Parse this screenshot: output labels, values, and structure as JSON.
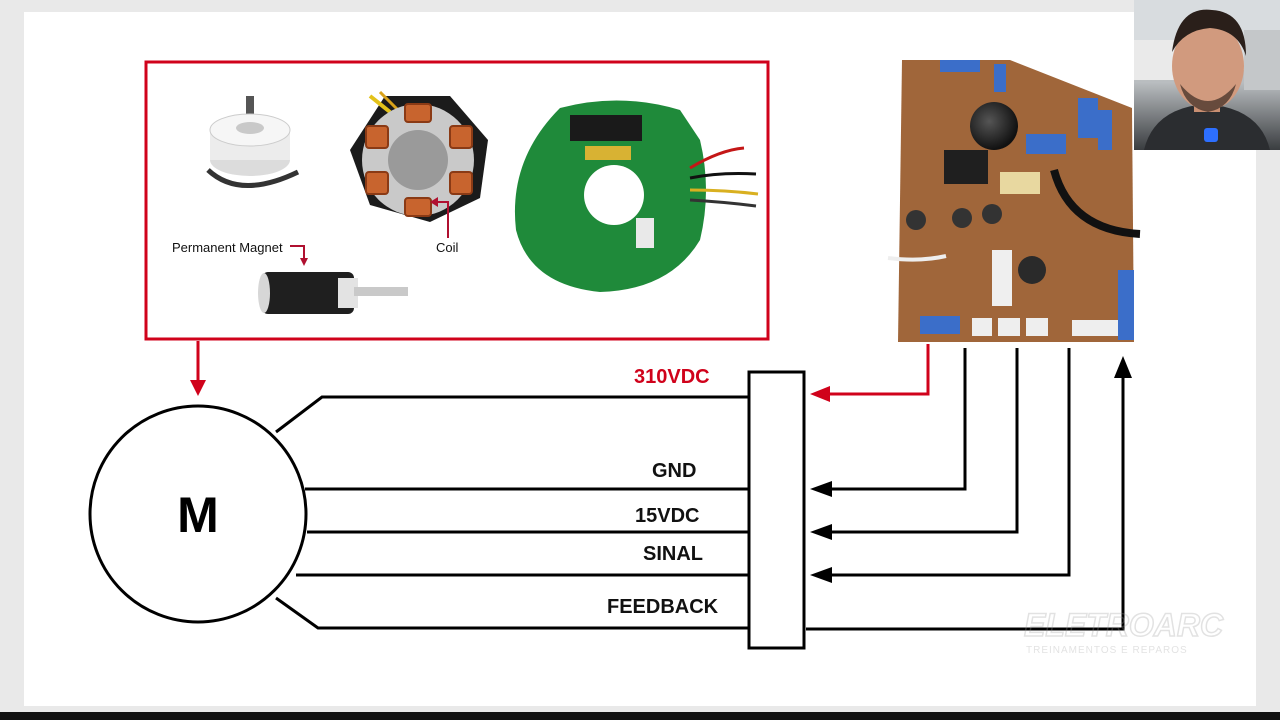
{
  "inset": {
    "labels": {
      "permanent_magnet": "Permanent Magnet",
      "coil": "Coil"
    }
  },
  "motor": {
    "label": "M"
  },
  "wires": {
    "v310": "310VDC",
    "gnd": "GND",
    "v15": "15VDC",
    "sinal": "SINAL",
    "feedback": "FEEDBACK"
  },
  "watermark": {
    "brand": "ELETROARC",
    "tagline": "TREINAMENTOS E REPAROS"
  },
  "colors": {
    "accent_red": "#d0021b",
    "line": "#000000",
    "pcb_green": "#1f8a3a",
    "pcb_brown": "#a0663a"
  }
}
